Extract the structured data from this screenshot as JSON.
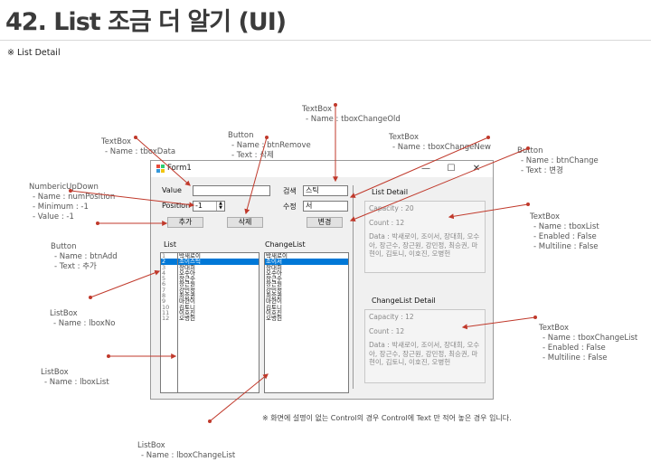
{
  "slide": {
    "title": "42. List 조금 더 알기 (UI)",
    "subtitle": "※ List Detail",
    "footnote": "※ 화면에 설명이 없는 Control의 경우 Control에 Text 만 적어 놓은 경우 입니다."
  },
  "form": {
    "title": "Form1",
    "value_label": "Value",
    "position_label": "Position",
    "data_value": "",
    "position_value": "-1",
    "add_label": "추가",
    "remove_label": "삭제",
    "list_label": "List",
    "changelist_label": "ChangeList",
    "search_label": "검색",
    "search_value": "스틱",
    "modify_label": "수정",
    "modify_value": "서",
    "change_label": "변경",
    "list_detail_label": "List Detail",
    "changelist_detail_label": "ChangeList Detail",
    "list_capacity": "Capacity : 20",
    "list_count": "Count : 12",
    "list_data": "Data : 박새로이, 조이서, 장대희, 오수아, 장근수, 장근원, 강민정, 최승권, 마현이, 김토니, 이호진, 오병헌",
    "change_capacity": "Capacity : 12",
    "change_count": "Count : 12",
    "change_data": "Data : 박새로이, 조이서, 장대희, 오수아, 장근수, 장근원, 강민정, 최승권, 마현이, 김토니, 이호진, 오병헌",
    "lbox_no": [
      "1",
      "2",
      "3",
      "4",
      "5",
      "6",
      "7",
      "8",
      "9",
      "10",
      "11",
      "12"
    ],
    "lbox_list": [
      "박새로이",
      "조이스틱",
      "장대희",
      "오수아",
      "장근수",
      "장근원",
      "강민정",
      "최승권",
      "마현이",
      "김토니",
      "이호진",
      "오병헌"
    ],
    "lbox_changelist": [
      "박새로이",
      "조이서",
      "장대희",
      "오수아",
      "장근수",
      "장근원",
      "강민정",
      "최승권",
      "마현이",
      "김토니",
      "이호진",
      "오병헌"
    ]
  },
  "notes": {
    "tbox_data": {
      "t": "TextBox",
      "l1": "- Name : tboxData"
    },
    "btn_remove": {
      "t": "Button",
      "l1": "- Name : btnRemove",
      "l2": "- Text : 삭제"
    },
    "tbox_change_old": {
      "t": "TextBox",
      "l1": "- Name : tboxChangeOld"
    },
    "tbox_change_new": {
      "t": "TextBox",
      "l1": "- Name : tboxChangeNew"
    },
    "btn_change": {
      "t": "Button",
      "l1": "- Name : btnChange",
      "l2": "- Text : 변경"
    },
    "num_position": {
      "t": "NumbericUpDown",
      "l1": "- Name : numPosition",
      "l2": "- Minimum : -1",
      "l3": "- Value : -1"
    },
    "btn_add": {
      "t": "Button",
      "l1": "- Name : btnAdd",
      "l2": "- Text : 추가"
    },
    "lbox_no": {
      "t": "ListBox",
      "l1": "- Name : lboxNo"
    },
    "lbox_list": {
      "t": "ListBox",
      "l1": "- Name : lboxList"
    },
    "lbox_changelist": {
      "t": "ListBox",
      "l1": "- Name : lboxChangeList"
    },
    "tbox_list": {
      "t": "TextBox",
      "l1": "- Name : tboxList",
      "l2": "- Enabled : False",
      "l3": "- Multiline : False"
    },
    "tbox_changelist": {
      "t": "TextBox",
      "l1": "- Name : tboxChangeList",
      "l2": "- Enabled : False",
      "l3": "- Multiline : False"
    }
  }
}
